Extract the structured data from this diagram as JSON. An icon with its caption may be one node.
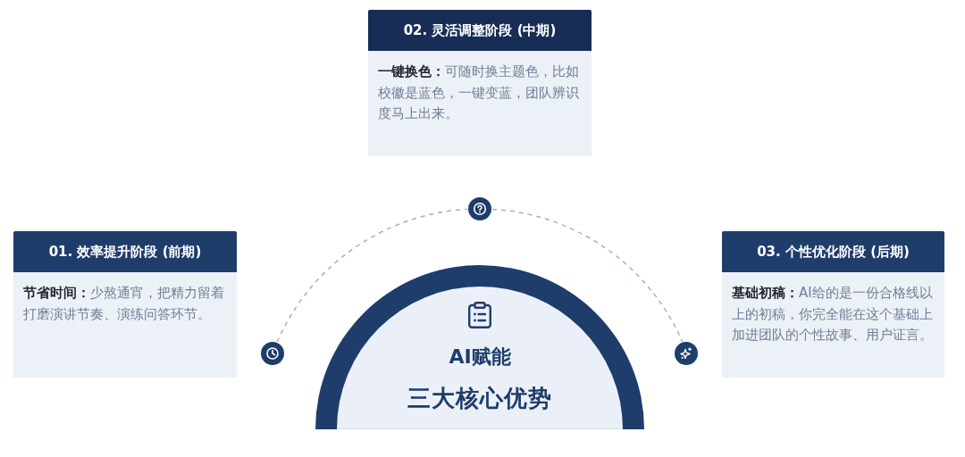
{
  "diagram": {
    "nodes": [
      {
        "text": [
          "01. 效率提升阶段 (前期)",
          "**节省时间：**少熬通宵，把精力留着打磨演讲节奏、演练问答环节。"
        ]
      },
      {
        "text": [
          "02. 灵活调整阶段 (中期)",
          "**一键换色：**可随时换主题色，比如校徽是蓝色，一键变蓝，团队辨识度马上出来。"
        ]
      },
      {
        "text": [
          "03. 个性优化阶段 (后期)",
          "**基础初稿：**AI给的是一份合格线以上的初稿，你完全能在这个基础上加进团队的个性故事、用户证言。"
        ]
      },
      {
        "text": [
          "AI赋能",
          "三大核心优势"
        ]
      },
      {
        "text": [],
        "shape": "circle"
      },
      {
        "text": [],
        "shape": "circle"
      },
      {
        "text": [],
        "shape": "circle"
      }
    ],
    "edges": [
      {
        "from": 4,
        "to": 5,
        "arrow": "none",
        "style": "dashed"
      },
      {
        "from": 5,
        "to": 6,
        "arrow": "none",
        "style": "dashed"
      }
    ]
  }
}
